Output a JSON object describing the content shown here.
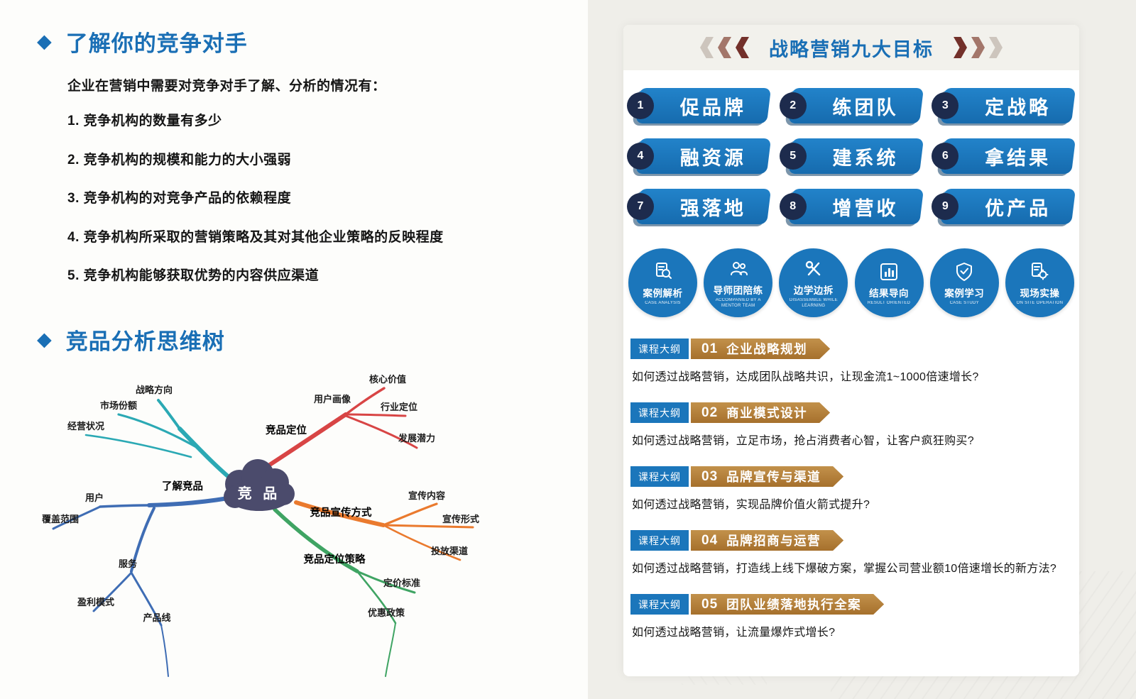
{
  "icons": {
    "diamond": "◆"
  },
  "colors": {
    "accent_blue": "#1b76bb",
    "heading_blue": "#1a6fb5",
    "navy_badge": "#1d2b4d",
    "banner_brown": "#b5823b",
    "chevron_maroon": "#73302a",
    "mindmap_teal": "#2ba9b4",
    "mindmap_red": "#d84545",
    "mindmap_orange": "#ea7a2e",
    "mindmap_green": "#3fa463",
    "mindmap_blue": "#3f6db4",
    "mindmap_center": "#4b4b6c"
  },
  "left": {
    "section1": {
      "title": "了解你的竞争对手",
      "intro": "企业在营销中需要对竞争对手了解、分析的情况有：",
      "items": [
        "1. 竞争机构的数量有多少",
        "2. 竞争机构的规模和能力的大小强弱",
        "3. 竞争机构的对竞争产品的依赖程度",
        "4. 竞争机构所采取的营销策略及其对其他企业策略的反映程度",
        "5. 竞争机构能够获取优势的内容供应渠道"
      ]
    },
    "section2": {
      "title": "竞品分析思维树",
      "mindmap": {
        "center": "竞 品",
        "nodes": [
          "战略方向",
          "市场份额",
          "经营状况",
          "核心价值",
          "用户画像",
          "行业定位",
          "发展潜力",
          "竞品定位",
          "了解竞品",
          "用户",
          "覆盖范围",
          "服务",
          "盈利模式",
          "产品线",
          "竞品宣传方式",
          "宣传内容",
          "宣传形式",
          "投放渠道",
          "竞品定位策略",
          "定价标准",
          "优惠政策"
        ]
      }
    }
  },
  "right": {
    "header": "战略营销九大目标",
    "goals": [
      {
        "num": "1",
        "label": "促品牌"
      },
      {
        "num": "2",
        "label": "练团队"
      },
      {
        "num": "3",
        "label": "定战略"
      },
      {
        "num": "4",
        "label": "融资源"
      },
      {
        "num": "5",
        "label": "建系统"
      },
      {
        "num": "6",
        "label": "拿结果"
      },
      {
        "num": "7",
        "label": "强落地"
      },
      {
        "num": "8",
        "label": "增营收"
      },
      {
        "num": "9",
        "label": "优产品"
      }
    ],
    "features": [
      {
        "label": "案例解析",
        "sub": "CASE ANALYSIS"
      },
      {
        "label": "导师团陪练",
        "sub": "ACCOMPANIED BY A MENTOR TEAM"
      },
      {
        "label": "边学边拆",
        "sub": "DISASSEMBLE WHILE LEARNING"
      },
      {
        "label": "结果导向",
        "sub": "RESULT ORIENTED"
      },
      {
        "label": "案例学习",
        "sub": "CASE STUDY"
      },
      {
        "label": "现场实操",
        "sub": "ON SITE OPERATION"
      }
    ],
    "courses": [
      {
        "tag": "课程大纲",
        "num": "01",
        "title": "企业战略规划",
        "desc": "如何透过战略营销，达成团队战略共识，让现金流1~1000倍速增长?"
      },
      {
        "tag": "课程大纲",
        "num": "02",
        "title": "商业模式设计",
        "desc": "如何透过战略营销，立足市场，抢占消费者心智，让客户疯狂购买?"
      },
      {
        "tag": "课程大纲",
        "num": "03",
        "title": "品牌宣传与渠道",
        "desc": "如何透过战略营销，实现品牌价值火箭式提升?"
      },
      {
        "tag": "课程大纲",
        "num": "04",
        "title": "品牌招商与运营",
        "desc": "如何透过战略营销，打造线上线下爆破方案，掌握公司营业额10倍速增长的新方法?"
      },
      {
        "tag": "课程大纲",
        "num": "05",
        "title": "团队业绩落地执行全案",
        "desc": "如何透过战略营销，让流量爆炸式增长?"
      }
    ]
  }
}
